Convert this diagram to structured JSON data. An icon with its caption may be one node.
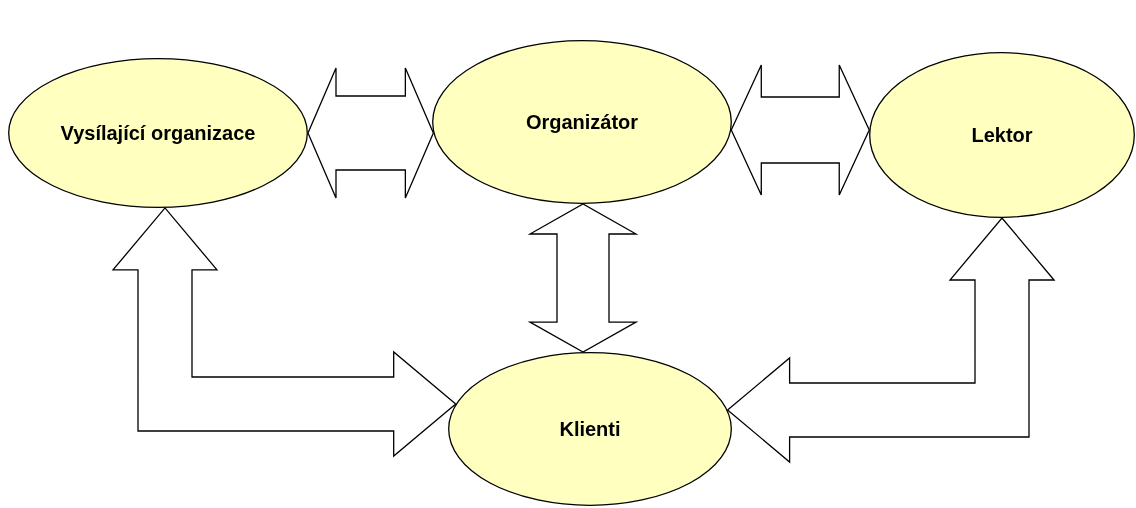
{
  "diagram": {
    "nodes": [
      {
        "text": [
          "Vysílající organizace"
        ]
      },
      {
        "text": [
          "Organizátor"
        ]
      },
      {
        "text": [
          "Lektor"
        ]
      },
      {
        "text": [
          "Klienti"
        ]
      }
    ],
    "edges": [
      {
        "from": 0,
        "to": 1,
        "arrow": "both"
      },
      {
        "from": 1,
        "to": 2,
        "arrow": "both"
      },
      {
        "from": 1,
        "to": 3,
        "arrow": "both"
      },
      {
        "from": 0,
        "to": 3,
        "arrow": "both"
      },
      {
        "from": 2,
        "to": 3,
        "arrow": "both"
      }
    ]
  }
}
